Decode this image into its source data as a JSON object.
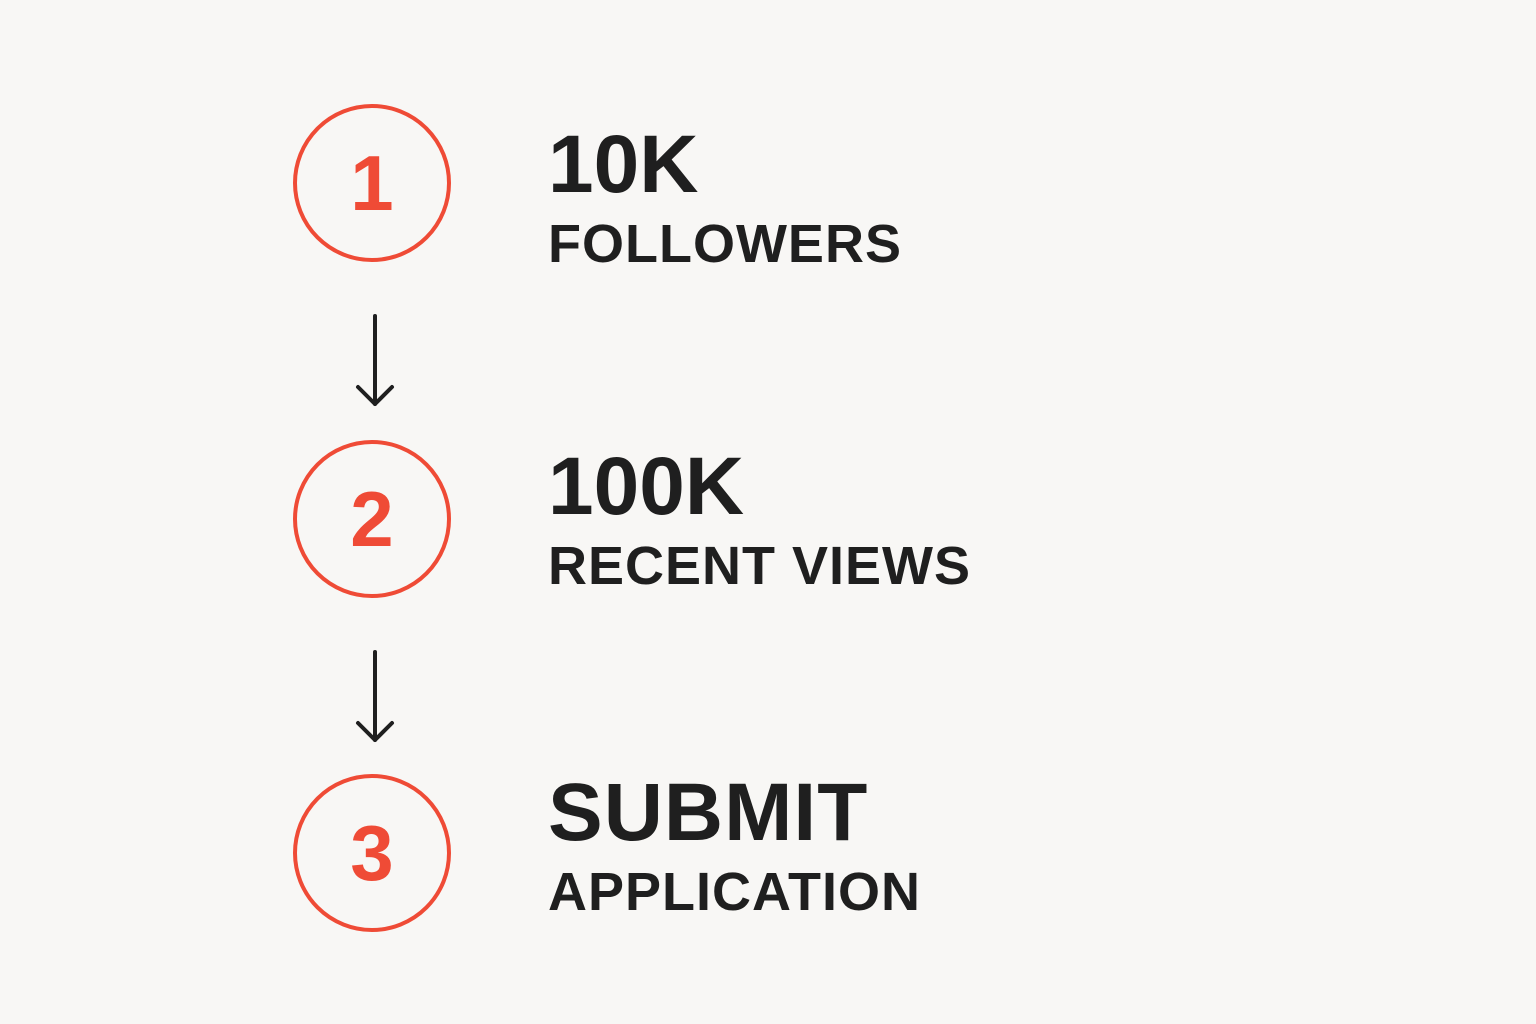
{
  "steps": [
    {
      "number": "1",
      "headline": "10K",
      "subline": "FOLLOWERS"
    },
    {
      "number": "2",
      "headline": "100K",
      "subline": "RECENT VIEWS"
    },
    {
      "number": "3",
      "headline": "SUBMIT",
      "subline": "APPLICATION"
    }
  ],
  "connectors": [
    {
      "icon": "arrow-down-icon"
    },
    {
      "icon": "arrow-down-icon"
    }
  ],
  "colors": {
    "accent": "#ef4b36",
    "text": "#1f1f1f",
    "background": "#f8f7f5"
  }
}
